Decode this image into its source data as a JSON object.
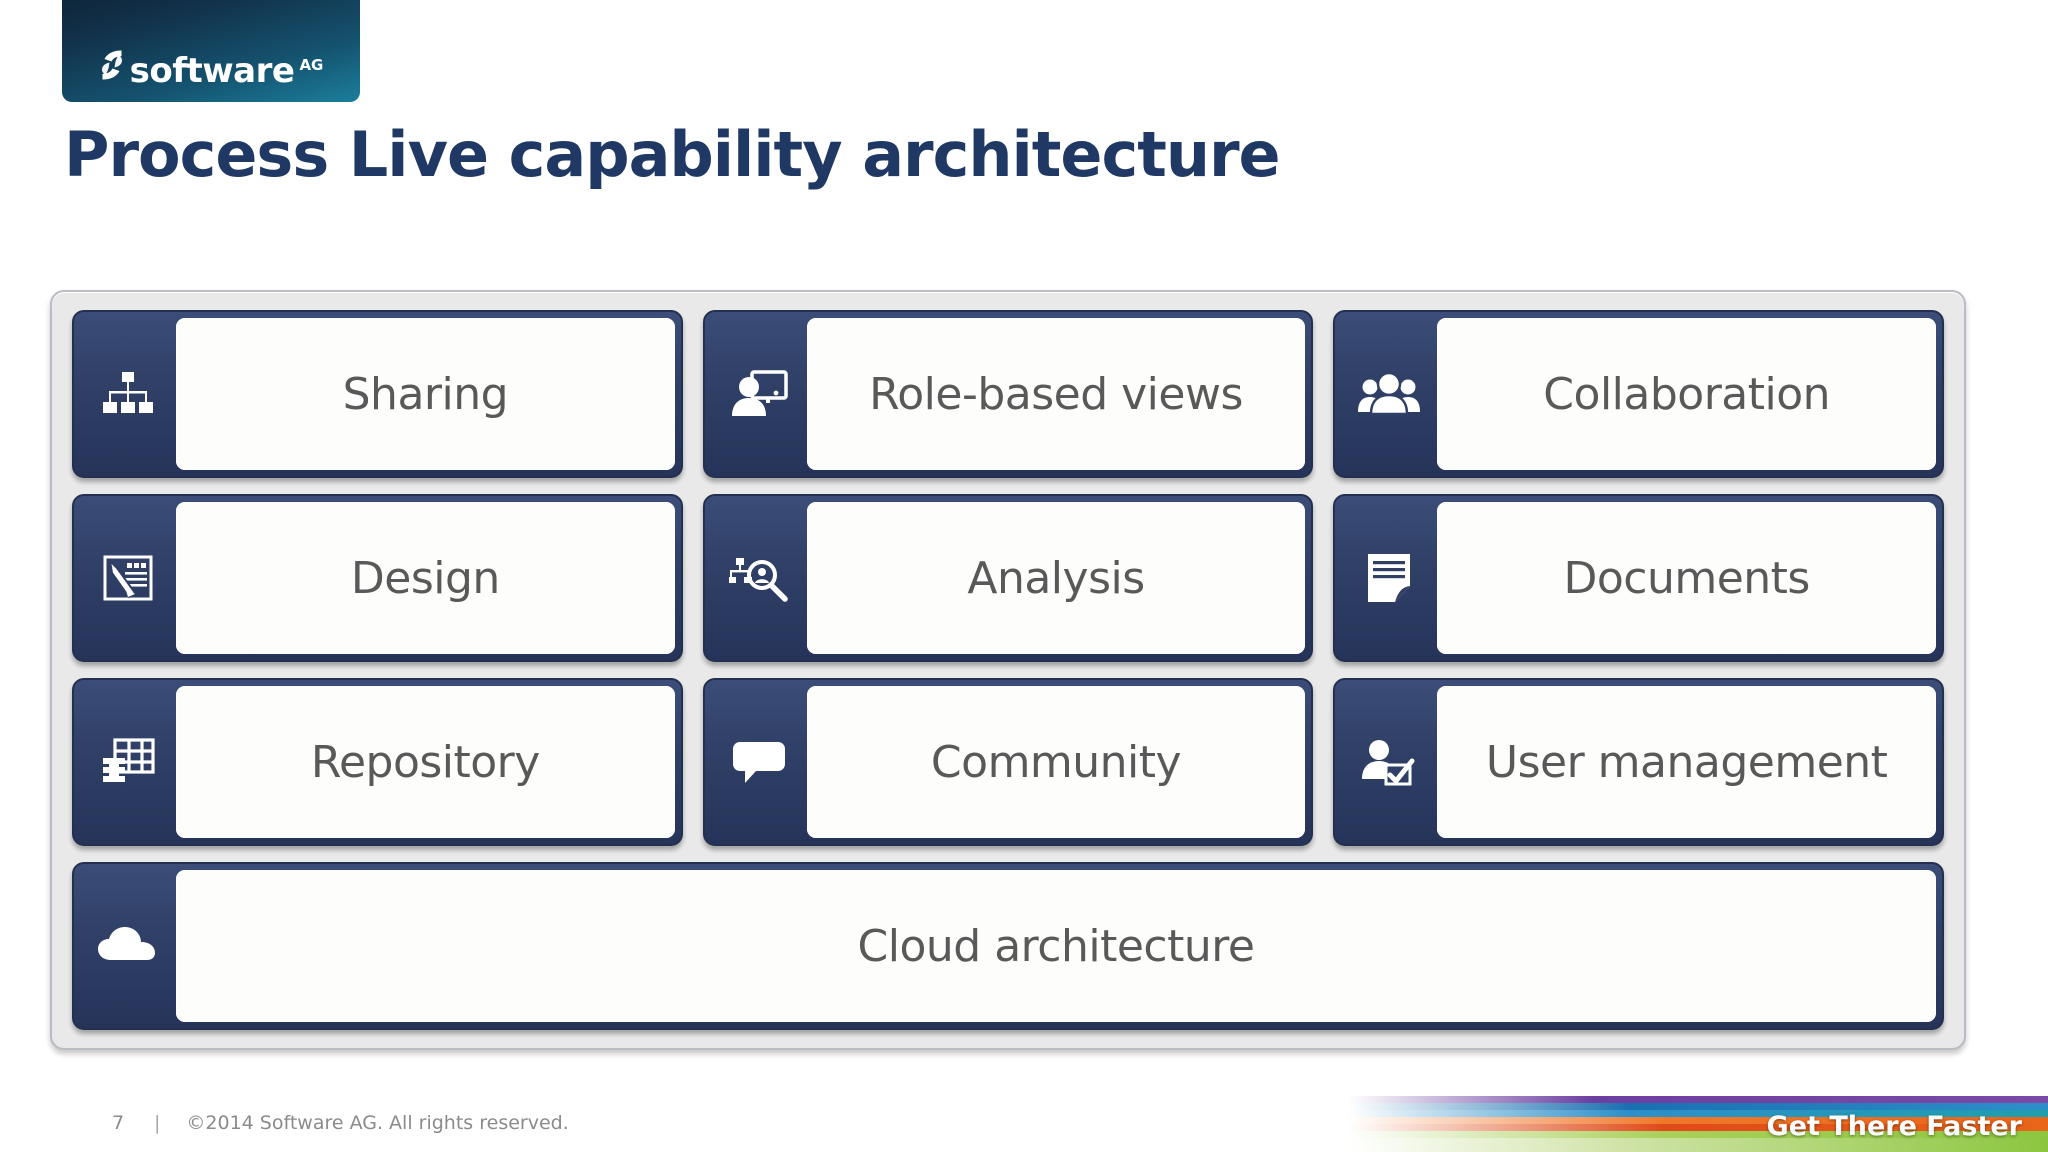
{
  "brand": {
    "logo_word": "software",
    "logo_superscript": "AG",
    "logo_mark_name": "software-ag-flag-mark"
  },
  "slide": {
    "title": "Process Live capability architecture"
  },
  "colors": {
    "title_navy": "#1f3864",
    "card_navy": "#2f3f66",
    "card_border": "#23304f",
    "frame_bg": "#e9e9e9",
    "frame_border": "#b9bcc4",
    "label_bg": "#fdfdfb",
    "label_text": "#595959",
    "footer_text": "#8b8b8b",
    "logo_gradient_dark": "#0c2235",
    "logo_gradient_light": "#1b7e9c"
  },
  "architecture": {
    "rows": [
      {
        "cards": [
          {
            "label": "Sharing",
            "icon": "hierarchy-icon"
          },
          {
            "label": "Role-based views",
            "icon": "user-monitor-icon"
          },
          {
            "label": "Collaboration",
            "icon": "people-group-icon"
          }
        ]
      },
      {
        "cards": [
          {
            "label": "Design",
            "icon": "paintbrush-document-icon"
          },
          {
            "label": "Analysis",
            "icon": "process-magnifier-icon"
          },
          {
            "label": "Documents",
            "icon": "document-page-icon"
          }
        ]
      },
      {
        "cards": [
          {
            "label": "Repository",
            "icon": "database-grid-icon"
          },
          {
            "label": "Community",
            "icon": "speech-bubble-icon"
          },
          {
            "label": "User management",
            "icon": "user-checkbox-icon"
          }
        ]
      },
      {
        "cards": [
          {
            "label": "Cloud architecture",
            "icon": "cloud-icon"
          }
        ]
      }
    ]
  },
  "footer": {
    "page_number": "7",
    "separator": "|",
    "copyright": "©2014 Software AG. All rights reserved.",
    "tagline": "Get There Faster",
    "stripe_colors": [
      "#6b3fa0",
      "#7b4aa8",
      "#1b6fb0",
      "#2d8fc9",
      "#1f9fae",
      "#e8651a",
      "#f0782a",
      "#e04a1a",
      "#8cc63f",
      "#a8d05a",
      "#cfe3a5"
    ]
  }
}
